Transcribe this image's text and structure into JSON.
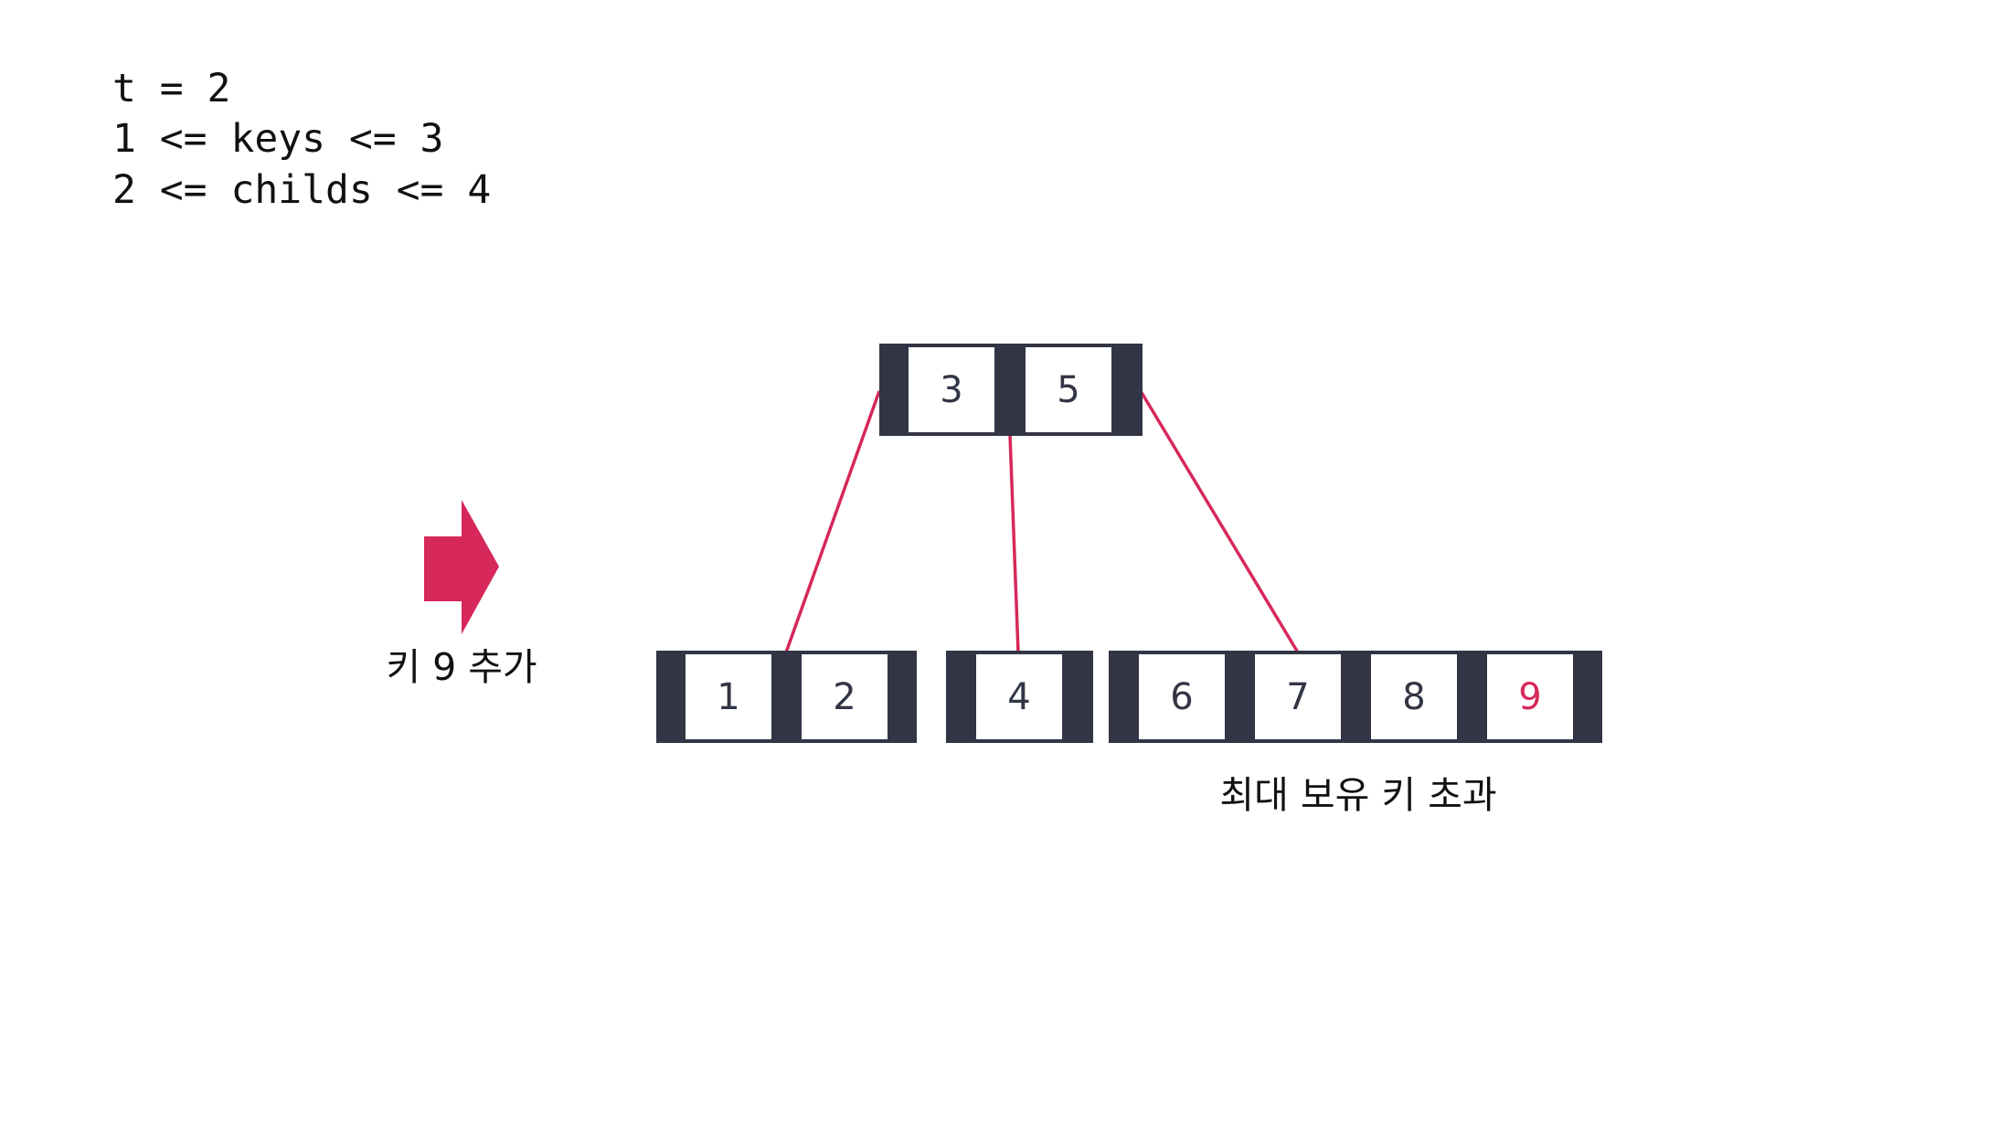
{
  "params": {
    "lines": [
      "t = 2",
      "1 <= keys <= 3",
      "2 <= childs <= 4"
    ]
  },
  "action_label": "키 9 추가",
  "overflow_label": "최대 보유 키 초과",
  "tree": {
    "root": {
      "keys": [
        "3",
        "5"
      ]
    },
    "children": [
      {
        "keys": [
          "1",
          "2"
        ]
      },
      {
        "keys": [
          "4"
        ]
      },
      {
        "keys": [
          "6",
          "7",
          "8",
          "9"
        ],
        "highlight_key": "9"
      }
    ]
  },
  "colors": {
    "node_frame": "#323545",
    "cell_fill": "#ffffff",
    "key_text": "#323545",
    "accent": "#d6285a",
    "text": "#111111"
  }
}
